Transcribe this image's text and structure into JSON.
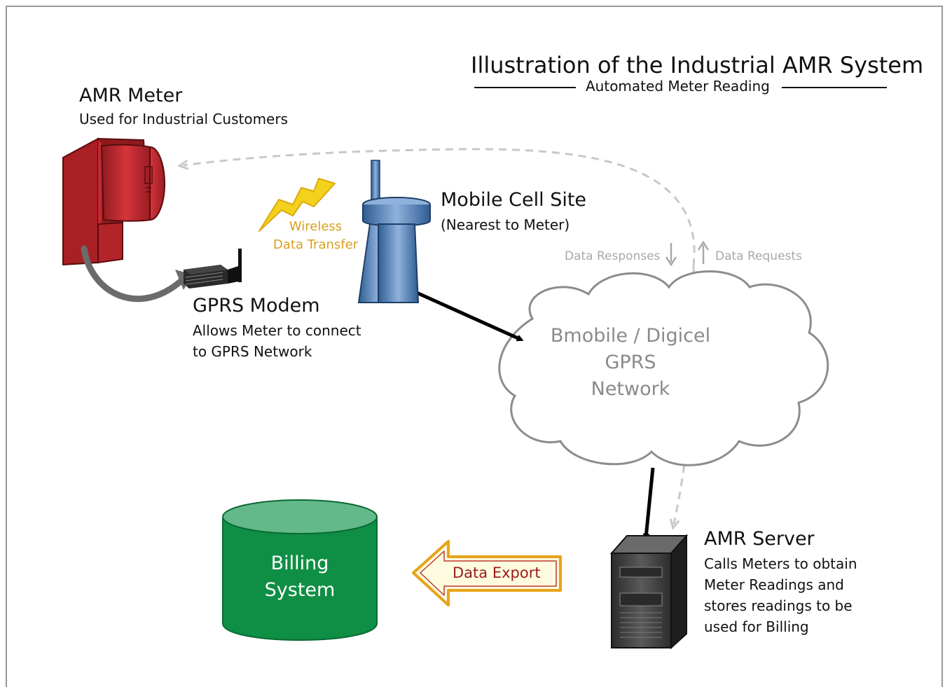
{
  "title": "Illustration of the Industrial AMR System",
  "subtitle": "Automated Meter Reading",
  "meter": {
    "title": "AMR Meter",
    "desc": "Used for Industrial Customers"
  },
  "modem": {
    "title": "GPRS Modem",
    "desc_lines": [
      "Allows Meter to connect",
      "to GPRS Network"
    ]
  },
  "cell_site": {
    "title": "Mobile Cell Site",
    "desc": "(Nearest to Meter)"
  },
  "wireless": {
    "lines": [
      "Wireless",
      "Data Transfer"
    ]
  },
  "data_responses": "Data Responses",
  "data_requests": "Data Requests",
  "network": {
    "lines": [
      "Bmobile / Digicel",
      "GPRS",
      "Network"
    ]
  },
  "server": {
    "title": "AMR Server",
    "desc_lines": [
      "Calls Meters to obtain",
      "Meter Readings and",
      "stores readings to be",
      "used for Billing"
    ]
  },
  "billing": {
    "lines": [
      "Billing",
      "System"
    ]
  },
  "data_export": "Data Export",
  "colors": {
    "meter_red": "#c0272d",
    "billing_green": "#0f8f45",
    "lightning_yellow": "#f2d21c",
    "tower_blue": "#5b84b8",
    "server_dark": "#3a3a3a",
    "export_arrow_fill": "#fffbe0",
    "export_arrow_border": "#e8a317",
    "dashed_gray": "#c8c8c8"
  }
}
